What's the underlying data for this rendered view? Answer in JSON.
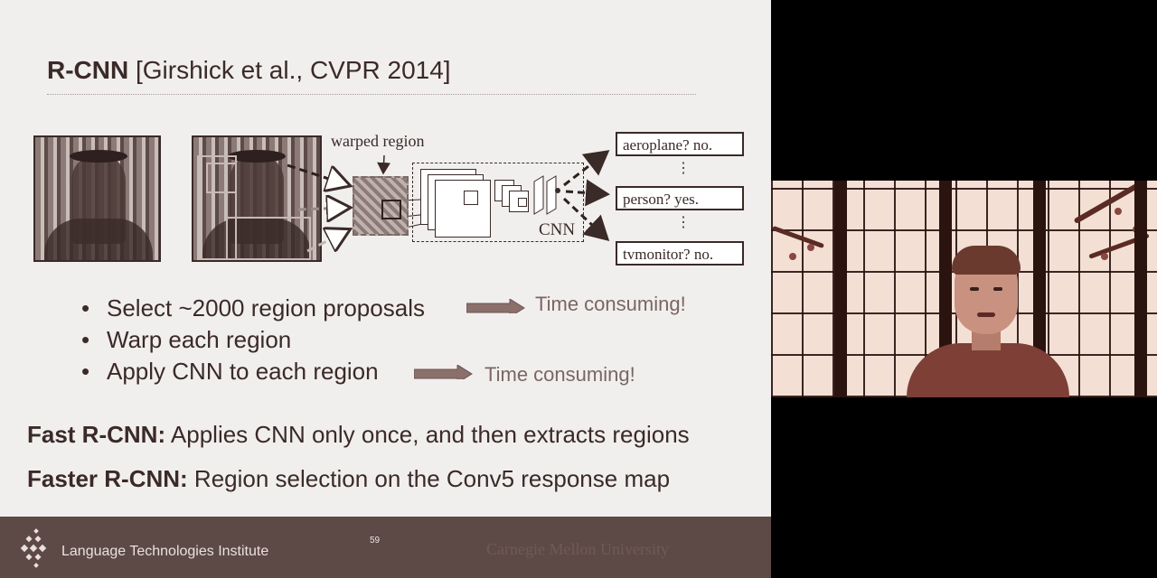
{
  "slide": {
    "title_bold": "R-CNN",
    "title_cite": "[Girshick et al., CVPR 2014]",
    "diagram": {
      "warped_label": "warped region",
      "cnn_label": "CNN",
      "outputs": [
        "aeroplane? no.",
        "person? yes.",
        "tvmonitor? no."
      ],
      "dots": "⋮"
    },
    "bullets": [
      {
        "text": "Select ~2000 region proposals",
        "note": "Time consuming!"
      },
      {
        "text": "Warp each region",
        "note": ""
      },
      {
        "text": "Apply CNN to each region",
        "note": "Time consuming!"
      }
    ],
    "bullet_char": "•",
    "fast": {
      "label": "Fast R-CNN:",
      "text": "Applies CNN only once, and then extracts regions"
    },
    "faster": {
      "label": "Faster R-CNN:",
      "text": "Region selection on the Conv5 response map"
    },
    "footer": {
      "institute": "Language Technologies Institute",
      "page_number": "59",
      "university": "Carnegie Mellon University"
    }
  },
  "colors": {
    "slide_bg": "#f1efee",
    "footer_bg": "#5d4946",
    "text": "#3a2a28",
    "arrow": "#8a6f6b"
  },
  "video": {
    "description_icon": "webcam-feed"
  }
}
